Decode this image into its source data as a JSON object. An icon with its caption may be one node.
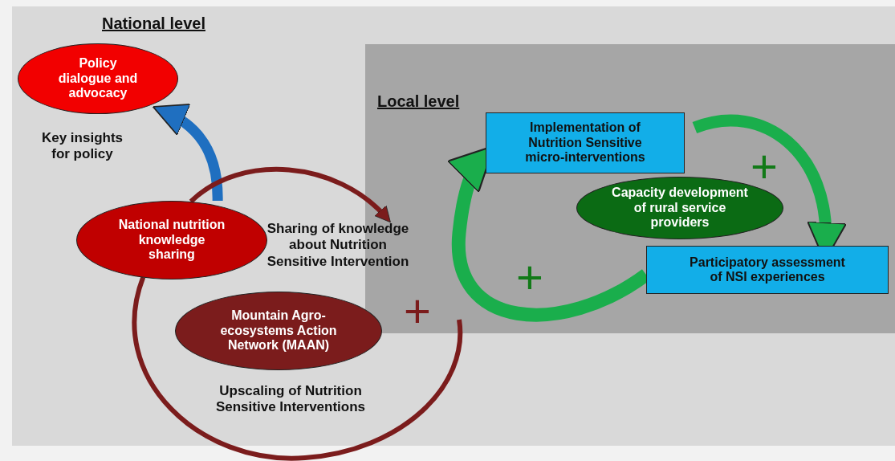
{
  "diagram": {
    "nodes": [
      {
        "text": [
          "National level"
        ]
      },
      {
        "text": [
          "Policy dialogue and advocacy"
        ],
        "in": 0
      },
      {
        "text": [
          "National nutrition knowledge sharing"
        ],
        "in": 0
      },
      {
        "text": [
          "Mountain Agro-ecosystems Action Network (MAAN)"
        ],
        "in": 0
      },
      {
        "text": [
          "Local level"
        ],
        "in": 0
      },
      {
        "text": [
          "Implementation of Nutrition Sensitive micro-interventions"
        ],
        "in": 4
      },
      {
        "text": [
          "Capacity development of rural service providers"
        ],
        "in": 4
      },
      {
        "text": [
          "Participatory assessment of NSI experiences"
        ],
        "in": 4
      }
    ],
    "edges": [
      {
        "from": 2,
        "to": 1,
        "arrow": "to",
        "label": "Key insights for policy",
        "color": "#1f6fc0"
      },
      {
        "from": 2,
        "to": 4,
        "arrow": "to",
        "label": "Sharing of knowledge about Nutrition Sensitive Intervention",
        "color": "#7b1c1c"
      },
      {
        "from": 2,
        "to": null,
        "arrow": "none",
        "color": "#7b1c1c"
      },
      {
        "from": 5,
        "to": 7,
        "arrow": "to",
        "color": "#1aae4c"
      },
      {
        "from": 7,
        "to": 5,
        "arrow": "to",
        "color": "#1aae4c"
      }
    ],
    "labels": [
      "Upscaling of Nutrition Sensitive Interventions",
      "+",
      "+",
      "+"
    ]
  }
}
